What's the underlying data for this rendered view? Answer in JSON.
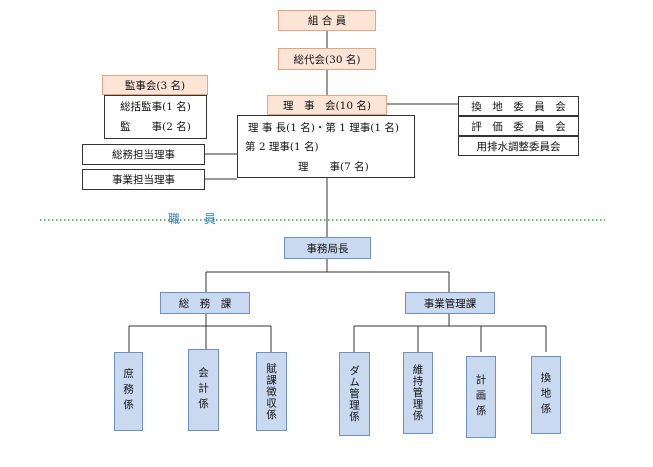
{
  "assembly": "組 合 員",
  "delegates": "総代会(30 名)",
  "auditors_header": "監事会(3 名)",
  "auditors_lines": [
    "総括監事(1 名)",
    "監　　事(2 名)"
  ],
  "board_header": "理　事　会(10 名)",
  "board_lines": [
    "理 事 長(1 名)・第 1 理事(1 名)",
    "第 2 理事(1 名)",
    "理　　事(7 名)"
  ],
  "left_roles": [
    "総務担当理事",
    "事業担当理事"
  ],
  "committees": [
    "換　地　委　員　会",
    "評　価　委　員　会",
    "用排水調整委員会"
  ],
  "staff_label": "職　員",
  "secretary": "事務局長",
  "sections": [
    "総　務　課",
    "事業管理課"
  ],
  "general_units": [
    "庶務係",
    "会計係",
    "賦課徴収係"
  ],
  "business_units": [
    "ダム管理係",
    "維持管理係",
    "計画係",
    "換地係"
  ]
}
